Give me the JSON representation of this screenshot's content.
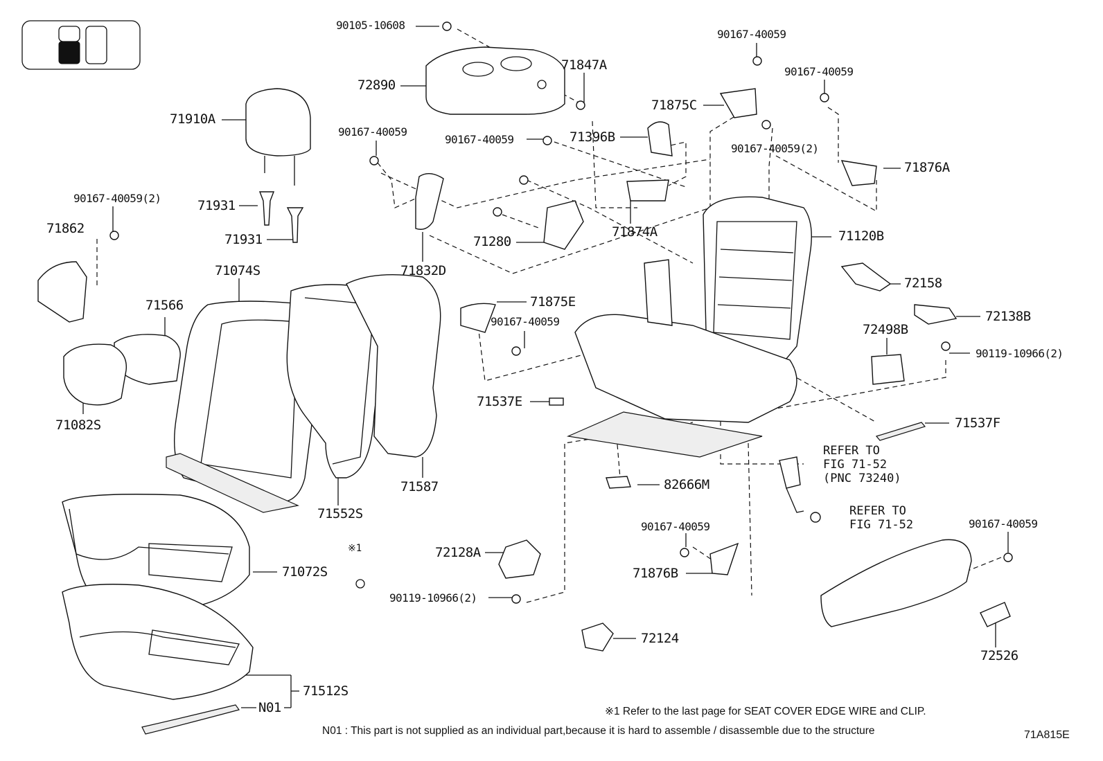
{
  "figure_code": "71A815E",
  "callouts": [
    {
      "id": "90105-10608",
      "text": "90105-10608"
    },
    {
      "id": "72890",
      "text": "72890"
    },
    {
      "id": "71847A",
      "text": "71847A"
    },
    {
      "id": "90167-40059-a",
      "text": "90167-40059"
    },
    {
      "id": "71875C",
      "text": "71875C"
    },
    {
      "id": "90167-40059-b",
      "text": "90167-40059"
    },
    {
      "id": "71910A",
      "text": "71910A"
    },
    {
      "id": "90167-40059-c",
      "text": "90167-40059"
    },
    {
      "id": "90167-40059-d",
      "text": "90167-40059"
    },
    {
      "id": "71396B",
      "text": "71396B"
    },
    {
      "id": "90167-40059-2a",
      "text": "90167-40059(2)"
    },
    {
      "id": "71876A",
      "text": "71876A"
    },
    {
      "id": "90167-40059-2b",
      "text": "90167-40059(2)"
    },
    {
      "id": "71931a",
      "text": "71931"
    },
    {
      "id": "71931b",
      "text": "71931"
    },
    {
      "id": "71862",
      "text": "71862"
    },
    {
      "id": "71874A",
      "text": "71874A"
    },
    {
      "id": "71280",
      "text": "71280"
    },
    {
      "id": "71120B",
      "text": "71120B"
    },
    {
      "id": "71832D",
      "text": "71832D"
    },
    {
      "id": "71074S",
      "text": "71074S"
    },
    {
      "id": "72158",
      "text": "72158"
    },
    {
      "id": "71566",
      "text": "71566"
    },
    {
      "id": "71875E",
      "text": "71875E"
    },
    {
      "id": "90167-40059-e",
      "text": "90167-40059"
    },
    {
      "id": "72138B",
      "text": "72138B"
    },
    {
      "id": "72498B",
      "text": "72498B"
    },
    {
      "id": "90119-10966-2a",
      "text": "90119-10966(2)"
    },
    {
      "id": "71537E",
      "text": "71537E"
    },
    {
      "id": "71082S",
      "text": "71082S"
    },
    {
      "id": "71537F",
      "text": "71537F"
    },
    {
      "id": "71587",
      "text": "71587"
    },
    {
      "id": "82666M",
      "text": "82666M"
    },
    {
      "id": "71552S",
      "text": "71552S"
    },
    {
      "id": "90167-40059-f",
      "text": "90167-40059"
    },
    {
      "id": "90167-40059-g",
      "text": "90167-40059"
    },
    {
      "id": "72128A",
      "text": "72128A"
    },
    {
      "id": "71072S",
      "text": "71072S"
    },
    {
      "id": "71876B",
      "text": "71876B"
    },
    {
      "id": "90119-10966-2b",
      "text": "90119-10966(2)"
    },
    {
      "id": "72124",
      "text": "72124"
    },
    {
      "id": "72526",
      "text": "72526"
    },
    {
      "id": "71512S",
      "text": "71512S"
    },
    {
      "id": "N01",
      "text": "N01"
    }
  ],
  "refer_1": "REFER TO\nFIG 71-52\n(PNC 73240)",
  "refer_2": "REFER TO\nFIG 71-52",
  "mark_1": "※1",
  "notes": {
    "note1": "※1 Refer to the last page for SEAT COVER EDGE WIRE and CLIP.",
    "note2": "N01 : This part is not supplied as an individual part,because it is hard to assemble / disassemble due to the structure"
  }
}
